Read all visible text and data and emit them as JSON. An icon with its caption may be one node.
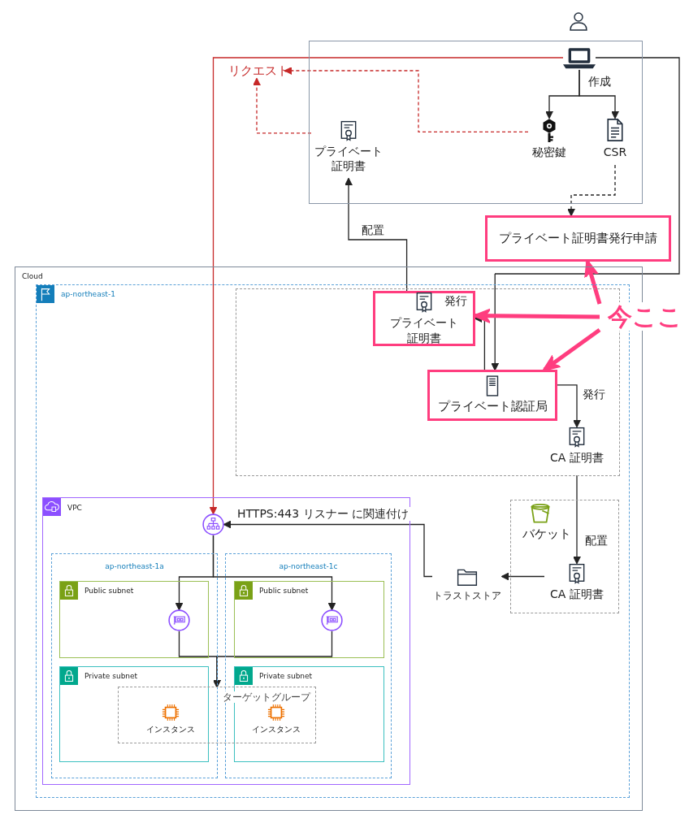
{
  "diagram": {
    "nodes": [
      {
        "text": [],
        "shape": "person"
      },
      {
        "text": [],
        "shape": "box"
      },
      {
        "text": [],
        "shape": "laptop",
        "in": 1
      },
      {
        "text": [
          "リクエスト"
        ]
      },
      {
        "text": [
          "プライベート証明書"
        ],
        "in": 1
      },
      {
        "text": [
          "秘密鍵"
        ],
        "in": 1
      },
      {
        "text": [
          "CSR"
        ],
        "in": 1
      },
      {
        "text": [
          "プライベート証明書発行申請"
        ]
      },
      {
        "text": [
          "Cloud"
        ]
      },
      {
        "text": [
          "ap-northeast-1"
        ],
        "in": 8
      },
      {
        "text": [],
        "shape": "box",
        "in": 9
      },
      {
        "text": [
          "プライベート証明書"
        ],
        "in": 10
      },
      {
        "text": [
          "プライベート認証局"
        ],
        "in": 10
      },
      {
        "text": [
          "CA 証明書"
        ],
        "in": 10
      },
      {
        "text": [
          "今ここ"
        ]
      },
      {
        "text": [
          "VPC"
        ],
        "in": 9
      },
      {
        "text": [],
        "shape": "circle",
        "in": 15
      },
      {
        "text": [
          "ap-northeast-1a"
        ],
        "in": 15
      },
      {
        "text": [
          "ap-northeast-1c"
        ],
        "in": 15
      },
      {
        "text": [
          "Public subnet"
        ],
        "in": 17
      },
      {
        "text": [],
        "shape": "circle",
        "in": 19
      },
      {
        "text": [
          "Public subnet"
        ],
        "in": 18
      },
      {
        "text": [],
        "shape": "circle",
        "in": 21
      },
      {
        "text": [
          "Private subnet"
        ],
        "in": 17
      },
      {
        "text": [
          "Private subnet"
        ],
        "in": 18
      },
      {
        "text": [
          "ターゲットグループ"
        ],
        "in": 15
      },
      {
        "text": [
          "インスタンス"
        ]
      },
      {
        "text": [
          "インスタンス"
        ]
      },
      {
        "text": [
          "バケット"
        ],
        "in": 9
      },
      {
        "text": [
          "CA 証明書"
        ],
        "in": 28
      },
      {
        "text": [
          "トラストストア"
        ],
        "in": 9
      }
    ],
    "edges": [
      {
        "from": 2,
        "to": 16,
        "arrow": "to",
        "color": "#c62828"
      },
      {
        "from": 2,
        "to": 5,
        "arrow": "to",
        "label": "作成"
      },
      {
        "from": 2,
        "to": 6,
        "arrow": "to"
      },
      {
        "from": 4,
        "to": 3,
        "arrow": "to",
        "style": "dashed",
        "color": "#c62828"
      },
      {
        "from": 5,
        "to": 3,
        "arrow": "to",
        "style": "dashed",
        "color": "#c62828"
      },
      {
        "from": 6,
        "to": 7,
        "arrow": "to",
        "style": "dashed"
      },
      {
        "from": 2,
        "to": 12,
        "arrow": "to"
      },
      {
        "from": 12,
        "to": 11,
        "arrow": "to",
        "label": "発行"
      },
      {
        "from": 11,
        "to": 4,
        "arrow": "to",
        "label": "配置"
      },
      {
        "from": 12,
        "to": 13,
        "arrow": "to",
        "label": "発行"
      },
      {
        "from": 13,
        "to": 29,
        "arrow": "to",
        "label": "配置"
      },
      {
        "from": 29,
        "to": 30,
        "arrow": "to"
      },
      {
        "from": 30,
        "to": 16,
        "arrow": "to",
        "label": "HTTPS:443 リスナー に関連付け"
      },
      {
        "from": 16,
        "to": 20,
        "arrow": "to"
      },
      {
        "from": 16,
        "to": 22,
        "arrow": "to"
      },
      {
        "from": 20,
        "to": 25,
        "arrow": "to"
      },
      {
        "from": 22,
        "to": 25,
        "arrow": "to"
      },
      {
        "from": 14,
        "to": 7,
        "arrow": "to",
        "style": "thick",
        "color": "#ff3d7f"
      },
      {
        "from": 14,
        "to": 11,
        "arrow": "to",
        "style": "thick",
        "color": "#ff3d7f"
      },
      {
        "from": 14,
        "to": 12,
        "arrow": "to",
        "style": "thick",
        "color": "#ff3d7f"
      }
    ]
  }
}
